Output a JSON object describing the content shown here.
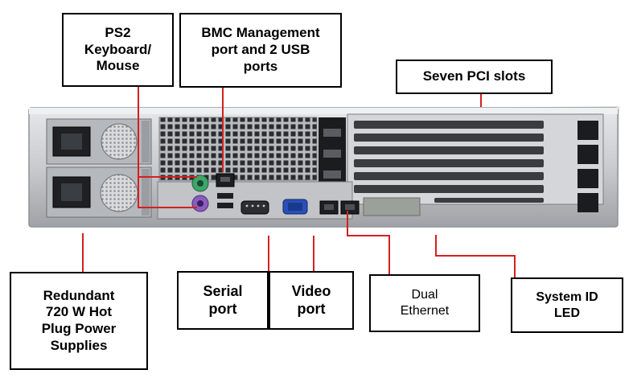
{
  "labels": {
    "ps2": "PS2\nKeyboard/\nMouse",
    "bmc": "BMC Management\nport and 2 USB\nports",
    "pci": "Seven PCI slots",
    "psu": "Redundant\n720 W Hot\nPlug Power\nSupplies",
    "serial": "Serial\nport",
    "video": "Video\nport",
    "ethernet": "Dual\nEthernet",
    "system_led": "System ID\nLED"
  },
  "colors": {
    "callout_line": "#d42020",
    "chassis": "#c9cbce",
    "chassis_dark": "#3a3c40",
    "ps2_keyboard": "#8a5cc0",
    "ps2_mouse": "#3fa56a"
  }
}
